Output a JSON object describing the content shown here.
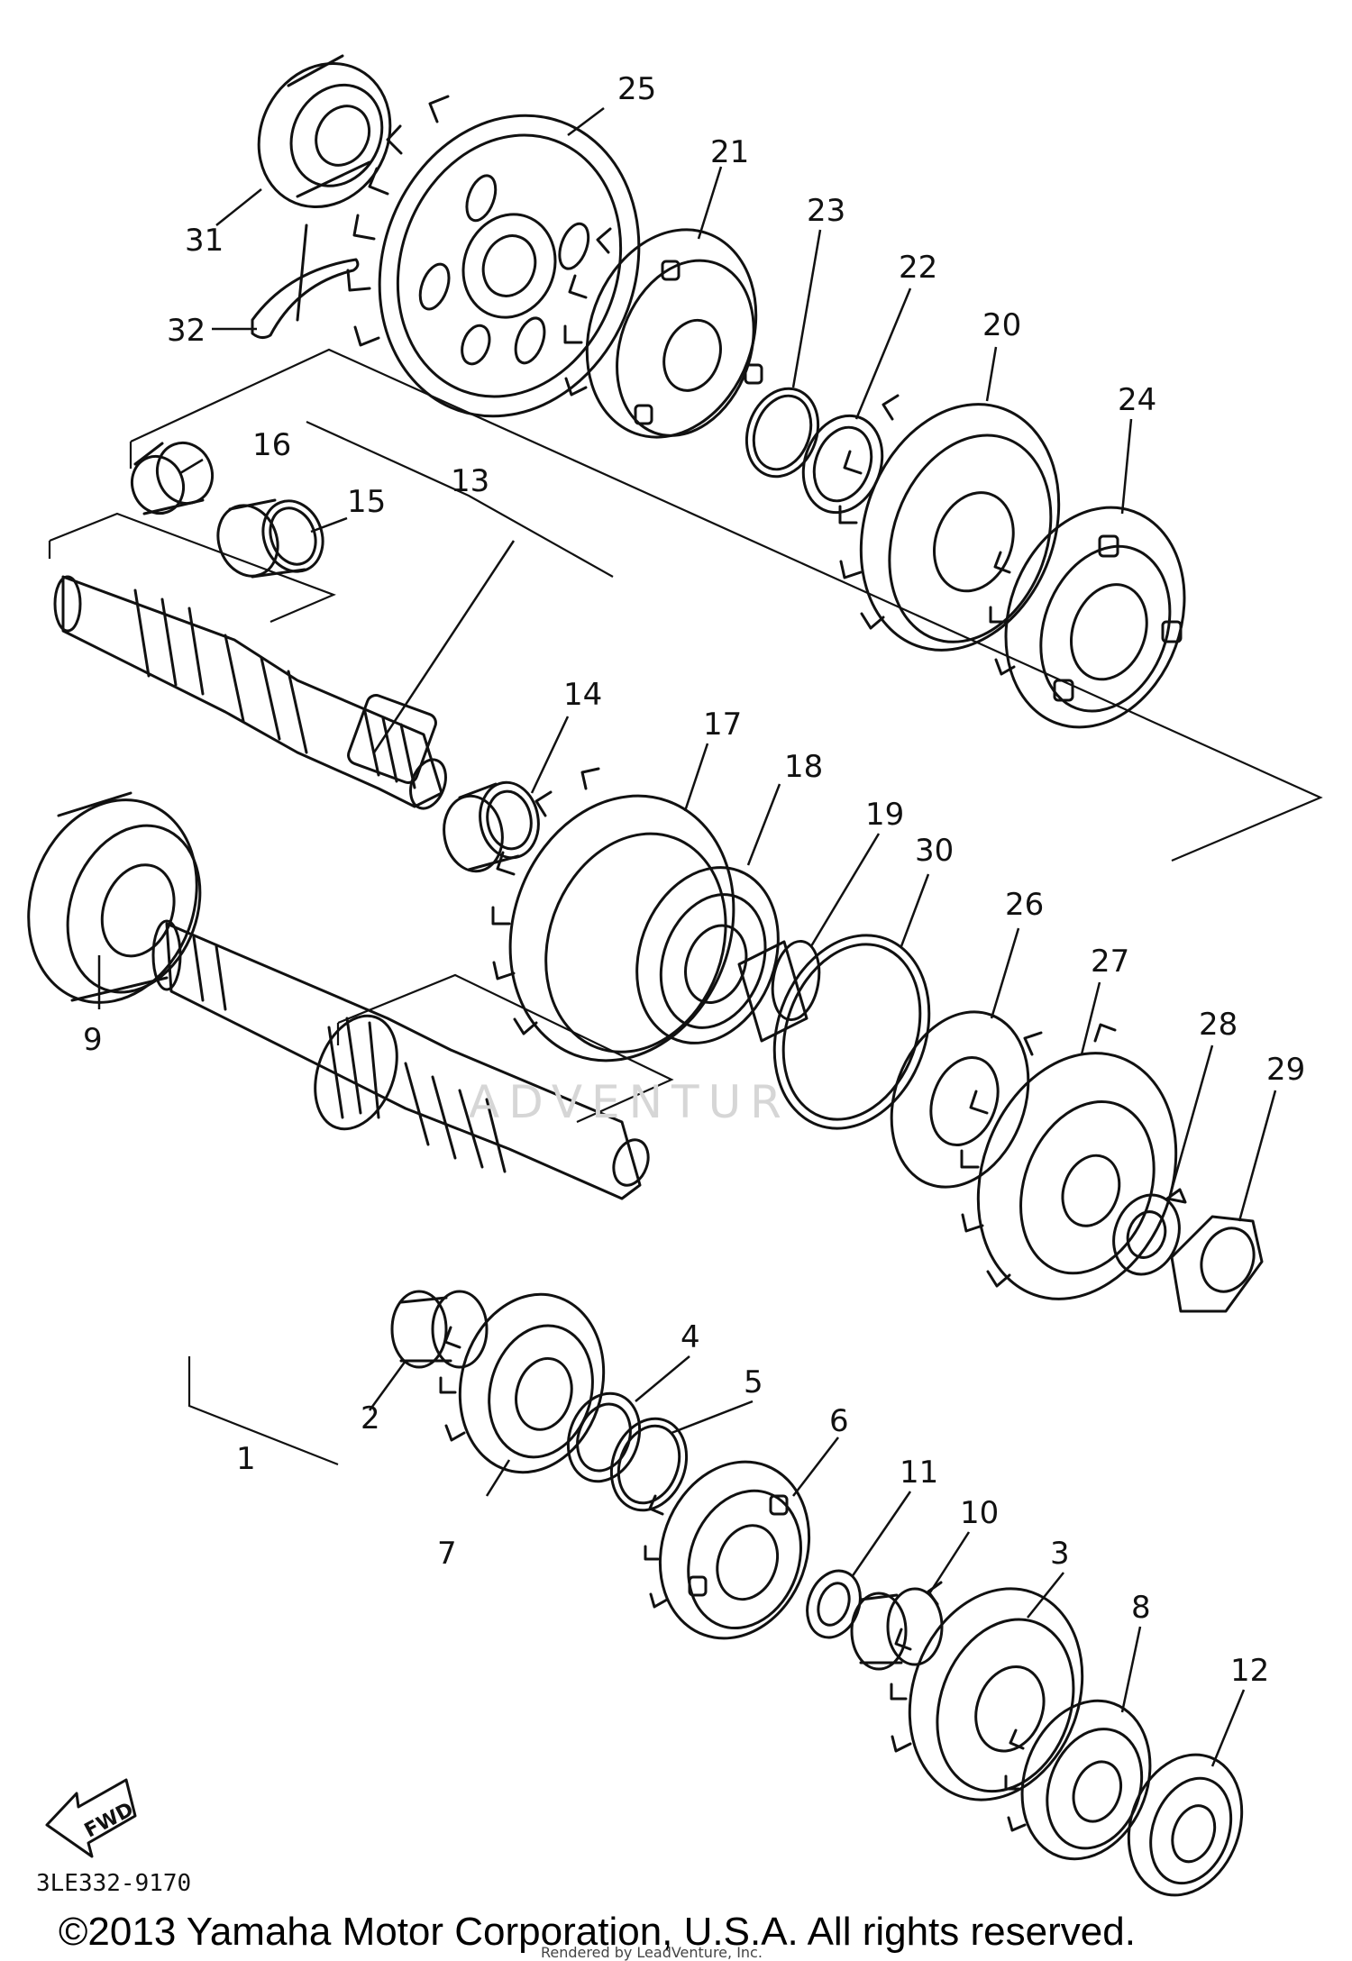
{
  "diagram_code": "3LE332-9170",
  "copyright": "©2013 Yamaha Motor Corporation, U.S.A. All rights reserved.",
  "watermark": "ADVENTUR",
  "fwd_label": "FWD",
  "credit_small": "Rendered by LeadVenture, Inc.",
  "part_numbers": [
    "1",
    "2",
    "3",
    "4",
    "5",
    "6",
    "7",
    "8",
    "9",
    "10",
    "11",
    "12",
    "13",
    "14",
    "15",
    "16",
    "17",
    "18",
    "19",
    "20",
    "21",
    "22",
    "23",
    "24",
    "25",
    "26",
    "27",
    "28",
    "29",
    "30",
    "31",
    "32"
  ]
}
